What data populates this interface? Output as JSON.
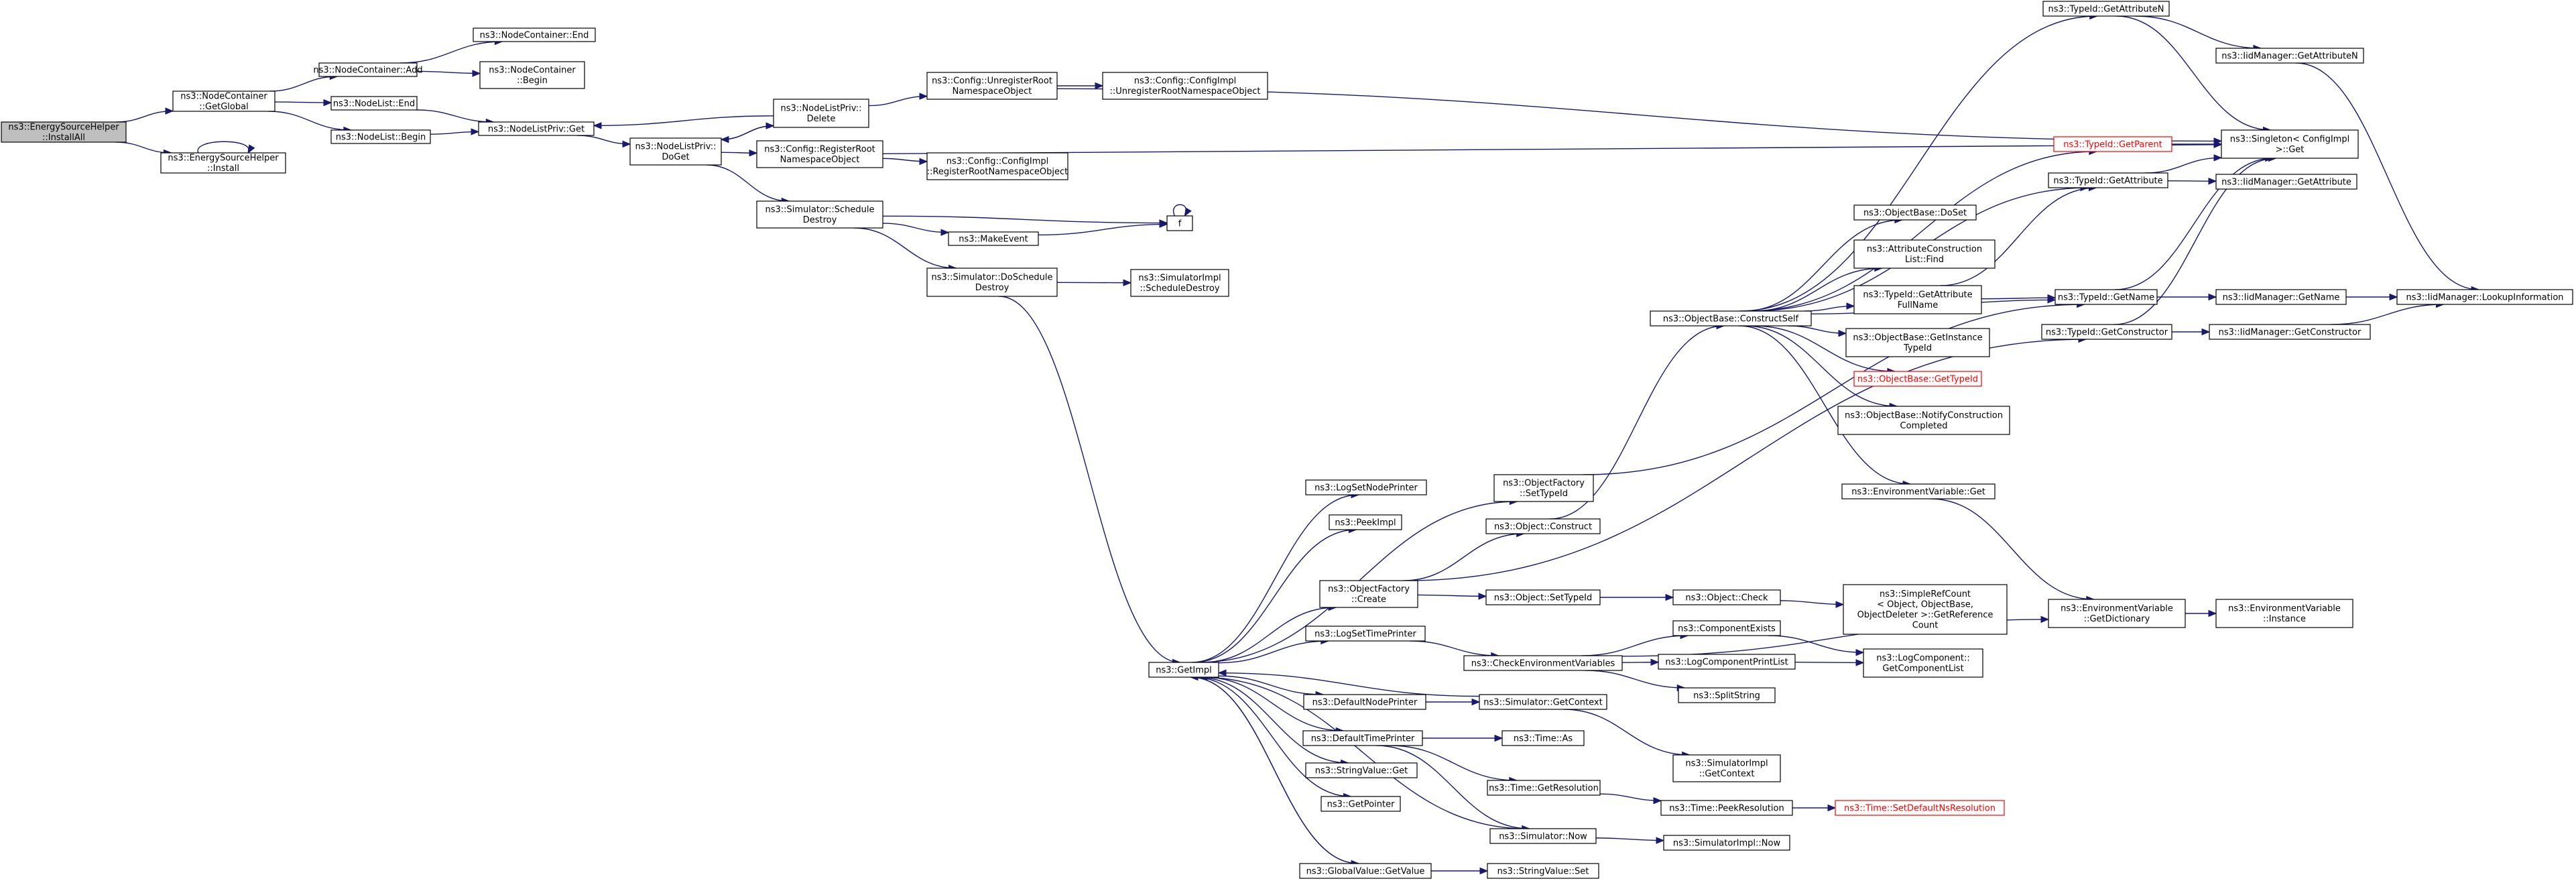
{
  "nodes": [
    {
      "id": "install_all",
      "lines": [
        "ns3::EnergySourceHelper",
        "::InstallAll"
      ],
      "style": "root"
    },
    {
      "id": "install",
      "lines": [
        "ns3::EnergySourceHelper",
        "::Install"
      ]
    },
    {
      "id": "nc_getglobal",
      "lines": [
        "ns3::NodeContainer",
        "::GetGlobal"
      ]
    },
    {
      "id": "nc_add",
      "lines": [
        "ns3::NodeContainer::Add"
      ]
    },
    {
      "id": "nc_end",
      "lines": [
        "ns3::NodeContainer::End"
      ]
    },
    {
      "id": "nc_begin",
      "lines": [
        "ns3::NodeContainer",
        "::Begin"
      ]
    },
    {
      "id": "nl_end",
      "lines": [
        "ns3::NodeList::End"
      ]
    },
    {
      "id": "nl_begin",
      "lines": [
        "ns3::NodeList::Begin"
      ]
    },
    {
      "id": "nlp_get",
      "lines": [
        "ns3::NodeListPriv::Get"
      ]
    },
    {
      "id": "nlp_doget",
      "lines": [
        "ns3::NodeListPriv::",
        "DoGet"
      ]
    },
    {
      "id": "nlp_delete",
      "lines": [
        "ns3::NodeListPriv::",
        "Delete"
      ]
    },
    {
      "id": "cfg_unreg",
      "lines": [
        "ns3::Config::UnregisterRoot",
        "NamespaceObject"
      ]
    },
    {
      "id": "cfgimpl_unreg",
      "lines": [
        "ns3::Config::ConfigImpl",
        "::UnregisterRootNamespaceObject"
      ]
    },
    {
      "id": "cfg_reg",
      "lines": [
        "ns3::Config::RegisterRoot",
        "NamespaceObject"
      ]
    },
    {
      "id": "cfgimpl_reg",
      "lines": [
        "ns3::Config::ConfigImpl",
        "::RegisterRootNamespaceObject"
      ]
    },
    {
      "id": "sim_schedule",
      "lines": [
        "ns3::Simulator::Schedule",
        "Destroy"
      ]
    },
    {
      "id": "make_event",
      "lines": [
        "ns3::MakeEvent"
      ]
    },
    {
      "id": "f",
      "lines": [
        "f"
      ]
    },
    {
      "id": "sim_doschedule",
      "lines": [
        "ns3::Simulator::DoSchedule",
        "Destroy"
      ]
    },
    {
      "id": "simimpl_schedule",
      "lines": [
        "ns3::SimulatorImpl",
        "::ScheduleDestroy"
      ]
    },
    {
      "id": "get_impl",
      "lines": [
        "ns3::GetImpl"
      ]
    },
    {
      "id": "log_set_node",
      "lines": [
        "ns3::LogSetNodePrinter"
      ]
    },
    {
      "id": "peek_impl",
      "lines": [
        "ns3::PeekImpl"
      ]
    },
    {
      "id": "of_create",
      "lines": [
        "ns3::ObjectFactory",
        "::Create"
      ]
    },
    {
      "id": "log_set_time",
      "lines": [
        "ns3::LogSetTimePrinter"
      ]
    },
    {
      "id": "default_node",
      "lines": [
        "ns3::DefaultNodePrinter"
      ]
    },
    {
      "id": "default_time",
      "lines": [
        "ns3::DefaultTimePrinter"
      ]
    },
    {
      "id": "stringvalue_get",
      "lines": [
        "ns3::StringValue::Get"
      ]
    },
    {
      "id": "get_pointer",
      "lines": [
        "ns3::GetPointer"
      ]
    },
    {
      "id": "gv_getvalue",
      "lines": [
        "ns3::GlobalValue::GetValue"
      ]
    },
    {
      "id": "of_settypeid",
      "lines": [
        "ns3::ObjectFactory",
        "::SetTypeId"
      ]
    },
    {
      "id": "obj_construct",
      "lines": [
        "ns3::Object::Construct"
      ]
    },
    {
      "id": "obj_settypeid",
      "lines": [
        "ns3::Object::SetTypeId"
      ]
    },
    {
      "id": "check_env",
      "lines": [
        "ns3::CheckEnvironmentVariables"
      ]
    },
    {
      "id": "sim_getcontext",
      "lines": [
        "ns3::Simulator::GetContext"
      ]
    },
    {
      "id": "time_as",
      "lines": [
        "ns3::Time::As"
      ]
    },
    {
      "id": "time_getres",
      "lines": [
        "ns3::Time::GetResolution"
      ]
    },
    {
      "id": "sim_now",
      "lines": [
        "ns3::Simulator::Now"
      ]
    },
    {
      "id": "stringvalue_set",
      "lines": [
        "ns3::StringValue::Set"
      ]
    },
    {
      "id": "obj_check",
      "lines": [
        "ns3::Object::Check"
      ]
    },
    {
      "id": "simplerefcount",
      "lines": [
        "ns3::SimpleRefCount",
        "< Object, ObjectBase,",
        "ObjectDeleter >::GetReference",
        "Count"
      ]
    },
    {
      "id": "comp_exists",
      "lines": [
        "ns3::ComponentExists"
      ]
    },
    {
      "id": "logcomp_printlist",
      "lines": [
        "ns3::LogComponentPrintList"
      ]
    },
    {
      "id": "split_string",
      "lines": [
        "ns3::SplitString"
      ]
    },
    {
      "id": "logcomp_getlist",
      "lines": [
        "ns3::LogComponent::",
        "GetComponentList"
      ]
    },
    {
      "id": "simimpl_getcontext",
      "lines": [
        "ns3::SimulatorImpl",
        "::GetContext"
      ]
    },
    {
      "id": "time_peekres",
      "lines": [
        "ns3::Time::PeekResolution"
      ]
    },
    {
      "id": "time_setdefault",
      "lines": [
        "ns3::Time::SetDefaultNsResolution"
      ],
      "style": "red"
    },
    {
      "id": "simimpl_now",
      "lines": [
        "ns3::SimulatorImpl::Now"
      ]
    },
    {
      "id": "ob_constructself",
      "lines": [
        "ns3::ObjectBase::ConstructSelf"
      ]
    },
    {
      "id": "ob_doset",
      "lines": [
        "ns3::ObjectBase::DoSet"
      ]
    },
    {
      "id": "attr_list_find",
      "lines": [
        "ns3::AttributeConstruction",
        "List::Find"
      ]
    },
    {
      "id": "tid_getattrfullname",
      "lines": [
        "ns3::TypeId::GetAttribute",
        "FullName"
      ]
    },
    {
      "id": "ob_getinstancetid",
      "lines": [
        "ns3::ObjectBase::GetInstance",
        "TypeId"
      ]
    },
    {
      "id": "ob_gettypeid",
      "lines": [
        "ns3::ObjectBase::GetTypeId"
      ],
      "style": "red"
    },
    {
      "id": "ob_notify",
      "lines": [
        "ns3::ObjectBase::NotifyConstruction",
        "Completed"
      ]
    },
    {
      "id": "env_get",
      "lines": [
        "ns3::EnvironmentVariable::Get"
      ]
    },
    {
      "id": "env_getdict",
      "lines": [
        "ns3::EnvironmentVariable",
        "::GetDictionary"
      ]
    },
    {
      "id": "env_instance",
      "lines": [
        "ns3::EnvironmentVariable",
        "::Instance"
      ]
    },
    {
      "id": "tid_getattrn",
      "lines": [
        "ns3::TypeId::GetAttributeN"
      ]
    },
    {
      "id": "tid_getparent",
      "lines": [
        "ns3::TypeId::GetParent"
      ],
      "style": "red"
    },
    {
      "id": "tid_getattr",
      "lines": [
        "ns3::TypeId::GetAttribute"
      ]
    },
    {
      "id": "tid_getname",
      "lines": [
        "ns3::TypeId::GetName"
      ]
    },
    {
      "id": "tid_getconstructor",
      "lines": [
        "ns3::TypeId::GetConstructor"
      ]
    },
    {
      "id": "iid_getattrn",
      "lines": [
        "ns3::IidManager::GetAttributeN"
      ]
    },
    {
      "id": "singleton_get",
      "lines": [
        "ns3::Singleton< ConfigImpl",
        ">::Get"
      ]
    },
    {
      "id": "iid_getattr",
      "lines": [
        "ns3::IidManager::GetAttribute"
      ]
    },
    {
      "id": "iid_getname",
      "lines": [
        "ns3::IidManager::GetName"
      ]
    },
    {
      "id": "iid_getconstructor",
      "lines": [
        "ns3::IidManager::GetConstructor"
      ]
    },
    {
      "id": "iid_lookup",
      "lines": [
        "ns3::IidManager::LookupInformation"
      ]
    }
  ],
  "edges": [
    [
      "install_all",
      "nc_getglobal"
    ],
    [
      "install_all",
      "install"
    ],
    [
      "install",
      "install"
    ],
    [
      "nc_getglobal",
      "nc_add"
    ],
    [
      "nc_getglobal",
      "nl_end"
    ],
    [
      "nc_getglobal",
      "nl_begin"
    ],
    [
      "nc_add",
      "nc_end"
    ],
    [
      "nc_add",
      "nc_begin"
    ],
    [
      "nl_end",
      "nlp_get"
    ],
    [
      "nl_begin",
      "nlp_get"
    ],
    [
      "nlp_get",
      "nlp_doget"
    ],
    [
      "nlp_doget",
      "nlp_delete"
    ],
    [
      "nlp_doget",
      "cfg_reg"
    ],
    [
      "nlp_doget",
      "sim_schedule"
    ],
    [
      "nlp_delete",
      "nlp_get"
    ],
    [
      "nlp_delete",
      "nlp_doget"
    ],
    [
      "nlp_delete",
      "cfg_unreg"
    ],
    [
      "cfg_unreg",
      "cfgimpl_unreg"
    ],
    [
      "cfg_unreg",
      "singleton_get"
    ],
    [
      "cfg_reg",
      "cfgimpl_reg"
    ],
    [
      "cfg_reg",
      "singleton_get"
    ],
    [
      "sim_schedule",
      "make_event"
    ],
    [
      "sim_schedule",
      "f"
    ],
    [
      "sim_schedule",
      "sim_doschedule"
    ],
    [
      "make_event",
      "f"
    ],
    [
      "f",
      "f"
    ],
    [
      "sim_doschedule",
      "simimpl_schedule"
    ],
    [
      "sim_doschedule",
      "get_impl"
    ],
    [
      "get_impl",
      "log_set_node"
    ],
    [
      "get_impl",
      "peek_impl"
    ],
    [
      "get_impl",
      "of_create"
    ],
    [
      "get_impl",
      "log_set_time"
    ],
    [
      "get_impl",
      "default_node"
    ],
    [
      "get_impl",
      "default_time"
    ],
    [
      "get_impl",
      "stringvalue_get"
    ],
    [
      "get_impl",
      "get_pointer"
    ],
    [
      "get_impl",
      "gv_getvalue"
    ],
    [
      "get_impl",
      "of_settypeid"
    ],
    [
      "of_create",
      "obj_construct"
    ],
    [
      "of_create",
      "obj_settypeid"
    ],
    [
      "of_create",
      "tid_getconstructor"
    ],
    [
      "of_settypeid",
      "tid_getname"
    ],
    [
      "obj_construct",
      "ob_constructself"
    ],
    [
      "obj_settypeid",
      "obj_check"
    ],
    [
      "obj_check",
      "simplerefcount"
    ],
    [
      "log_set_time",
      "check_env"
    ],
    [
      "check_env",
      "comp_exists"
    ],
    [
      "check_env",
      "logcomp_printlist"
    ],
    [
      "check_env",
      "split_string"
    ],
    [
      "check_env",
      "env_getdict"
    ],
    [
      "comp_exists",
      "logcomp_getlist"
    ],
    [
      "logcomp_printlist",
      "logcomp_getlist"
    ],
    [
      "default_node",
      "sim_getcontext"
    ],
    [
      "sim_getcontext",
      "get_impl"
    ],
    [
      "sim_getcontext",
      "simimpl_getcontext"
    ],
    [
      "default_time",
      "time_as"
    ],
    [
      "default_time",
      "time_getres"
    ],
    [
      "default_time",
      "sim_now"
    ],
    [
      "time_getres",
      "time_peekres"
    ],
    [
      "time_peekres",
      "time_setdefault"
    ],
    [
      "sim_now",
      "get_impl"
    ],
    [
      "sim_now",
      "simimpl_now"
    ],
    [
      "gv_getvalue",
      "stringvalue_set"
    ],
    [
      "gv_getvalue",
      "get_impl"
    ],
    [
      "ob_constructself",
      "ob_doset"
    ],
    [
      "ob_constructself",
      "attr_list_find"
    ],
    [
      "ob_constructself",
      "tid_getattrfullname"
    ],
    [
      "ob_constructself",
      "ob_getinstancetid"
    ],
    [
      "ob_constructself",
      "ob_gettypeid"
    ],
    [
      "ob_constructself",
      "ob_notify"
    ],
    [
      "ob_constructself",
      "env_get"
    ],
    [
      "ob_constructself",
      "tid_getattrn"
    ],
    [
      "ob_constructself",
      "tid_getparent"
    ],
    [
      "ob_constructself",
      "tid_getattr"
    ],
    [
      "ob_constructself",
      "tid_getname"
    ],
    [
      "tid_getattrfullname",
      "tid_getattr"
    ],
    [
      "tid_getattrfullname",
      "tid_getname"
    ],
    [
      "env_get",
      "env_getdict"
    ],
    [
      "env_getdict",
      "env_instance"
    ],
    [
      "tid_getattrn",
      "iid_getattrn"
    ],
    [
      "tid_getattrn",
      "singleton_get"
    ],
    [
      "tid_getparent",
      "singleton_get"
    ],
    [
      "tid_getattr",
      "iid_getattr"
    ],
    [
      "tid_getattr",
      "singleton_get"
    ],
    [
      "tid_getname",
      "iid_getname"
    ],
    [
      "tid_getname",
      "singleton_get"
    ],
    [
      "tid_getconstructor",
      "iid_getconstructor"
    ],
    [
      "tid_getconstructor",
      "singleton_get"
    ],
    [
      "iid_getattrn",
      "iid_lookup"
    ],
    [
      "iid_getname",
      "iid_lookup"
    ],
    [
      "iid_getconstructor",
      "iid_lookup"
    ]
  ]
}
